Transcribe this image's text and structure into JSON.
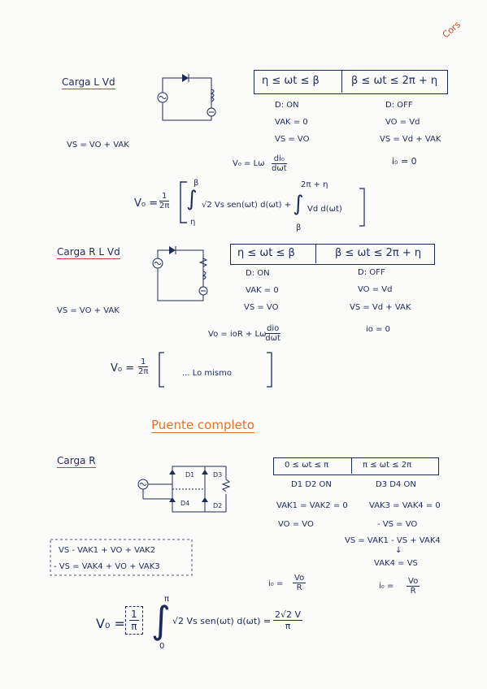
{
  "stamp": "Cors",
  "section1": {
    "title": "Carga L Vd",
    "box_left": "η ≤ ωt ≤ β",
    "box_right": "β ≤ ωt ≤ 2π + η",
    "col1": [
      "D: ON",
      "VAK = 0",
      "VS = VO"
    ],
    "col2": [
      "D: OFF",
      "VO = Vd",
      "VS = Vd + VAK"
    ],
    "left_eq": "VS = VO + VAK",
    "io": "i₀ = 0",
    "vo_eq_lhs": "V₀ = Lω",
    "vo_eq_num": "di₀",
    "vo_eq_den": "dωt",
    "int_lhs": "V₀ =",
    "int_frac_num": "1",
    "int_frac_den": "2π",
    "int_upper1": "β",
    "int_lower1": "η",
    "int_body1": "√2 Vs sen(ωt) d(ωt) +",
    "int_upper2": "2π + η",
    "int_lower2": "β",
    "int_body2": "Vd  d(ωt)"
  },
  "section2": {
    "title": "Carga R L Vd",
    "box_left": "η ≤ ωt ≤ β",
    "box_right": "β ≤ ωt ≤ 2π + η",
    "col1": [
      "D: ON",
      "VAK = 0",
      "VS = VO"
    ],
    "col2": [
      "D: OFF",
      "VO = Vd",
      "VS = Vd + VAK"
    ],
    "left_eq": "VS = VO + VAK",
    "vo_eq_lhs": "Vo = ioR + Lω",
    "vo_eq_num": "dio",
    "vo_eq_den": "dωt",
    "io": "io = 0",
    "int_lhs": "V₀ =",
    "int_frac_num": "1",
    "int_frac_den": "2π",
    "int_body": "...   Lo mismo"
  },
  "section3": {
    "heading": "Puente completo",
    "title": "Carga R",
    "d1": "D1",
    "d2": "D2",
    "d3": "D3",
    "d4": "D4",
    "box_left": "0 ≤ ωt ≤ π",
    "box_right": "π ≤ ωt ≤ 2π",
    "col1": [
      "D1 D2 ON",
      "VAK1 = VAK2 = 0",
      "VO = VO"
    ],
    "col2": [
      "D3 D4 ON",
      "VAK3 = VAK4 = 0",
      "- VS = VO"
    ],
    "left_eq1": "VS -  VAK1  +  VO  +  VAK2",
    "left_eq2": "- VS =  VAK4  +  VO  +  VAK3",
    "right_eq1": "VS = VAK1 - VS + VAK4",
    "right_eq2": "VAK4 = VS",
    "io_left": "i₀ =",
    "io_left_num": "Vo",
    "io_left_den": "R",
    "io_right": "i₀ =",
    "io_right_num": "Vo",
    "io_right_den": "R",
    "final_lhs": "V₀ =",
    "final_num": "1",
    "final_den": "π",
    "final_upper": "π",
    "final_lower": "0",
    "final_body": "√2 Vs sen(ωt) d(ωt) =",
    "final_rhs_num": "2√2 V",
    "final_rhs_den": "π"
  }
}
